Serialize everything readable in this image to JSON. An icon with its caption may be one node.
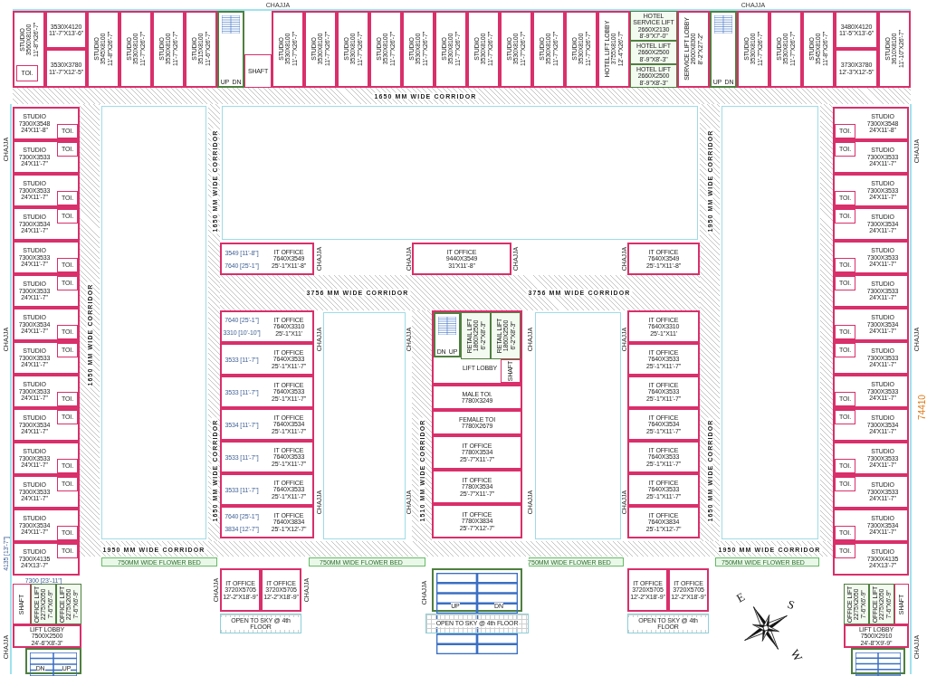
{
  "diagram": {
    "nodes": [
      {
        "text": [
          "STUDIO",
          "3560X8100",
          "11'-8\"X26'-7\""
        ]
      },
      {
        "text": [
          "3530X4120",
          "11'-7\"X13'-6\""
        ]
      },
      {
        "text": [
          "3530X3780",
          "11'-7\"X12'-5\""
        ]
      },
      {
        "text": [
          "TOI."
        ],
        "in": 0
      },
      {
        "text": [
          "STUDIO",
          "3545X8100",
          "11'-8\"X26'-7\""
        ]
      },
      {
        "text": [
          "STUDIO",
          "3530X8100",
          "11'-7\"X26'-7\""
        ]
      },
      {
        "text": [
          "STUDIO",
          "3530X8100",
          "11'-7\"X26'-7\""
        ]
      },
      {
        "text": [
          "STUDIO",
          "3515X8100",
          "11'-6\"X26'-7\""
        ]
      },
      {
        "text": [
          "UP",
          "DN"
        ]
      },
      {
        "text": [
          "SHAFT"
        ]
      },
      {
        "text": [
          "STUDIO",
          "3530X8100",
          "11'-7\"X26'-7\""
        ]
      },
      {
        "text": [
          "STUDIO",
          "3530X8100",
          "11'-7\"X26'-7\""
        ]
      },
      {
        "text": [
          "STUDIO",
          "3530X8100",
          "11'-7\"X26'-7\""
        ]
      },
      {
        "text": [
          "STUDIO",
          "3530X8100",
          "11'-7\"X26'-7\""
        ]
      },
      {
        "text": [
          "STUDIO",
          "3530X8100",
          "11'-7\"X26'-7\""
        ]
      },
      {
        "text": [
          "STUDIO",
          "3530X8100",
          "11'-7\"X26'-7\""
        ]
      },
      {
        "text": [
          "STUDIO",
          "3530X8100",
          "11'-7\"X26'-7\""
        ]
      },
      {
        "text": [
          "STUDIO",
          "3530X8100",
          "11'-7\"X26'-7\""
        ]
      },
      {
        "text": [
          "STUDIO",
          "3530X8100",
          "11'-7\"X26'-7\""
        ]
      },
      {
        "text": [
          "STUDIO",
          "3530X8100",
          "11'-7\"X26'-7\""
        ]
      },
      {
        "text": [
          "HOTEL LIFT LOBBY",
          "3755X8100",
          "12'-4\"X26'-7\""
        ]
      },
      {
        "text": [
          "HOTEL SERVICE LIFT",
          "2660X2130",
          "8'-9\"X7'-0\""
        ]
      },
      {
        "text": [
          "HOTEL LIFT",
          "2660X2500",
          "8'-9\"X8'-3\""
        ]
      },
      {
        "text": [
          "HOTEL LIFT",
          "2660X2500",
          "8'-9\"X8'-3\""
        ]
      },
      {
        "text": [
          "SERVICE LIFT LOBBY",
          "2600X8300",
          "8'-2\"X27'-2\""
        ]
      },
      {
        "text": [
          "UP",
          "DN"
        ]
      },
      {
        "text": [
          "STUDIO",
          "3530X8100",
          "11'-7\"X26'-7\""
        ]
      },
      {
        "text": [
          "STUDIO",
          "3530X8100",
          "11'-7\"X26'-7\""
        ]
      },
      {
        "text": [
          "STUDIO",
          "3545X8100",
          "11'-8\"X26'-7\""
        ]
      },
      {
        "text": [
          "3480X4120",
          "11'-5\"X13'-6\""
        ]
      },
      {
        "text": [
          "3730X3780",
          "12'-3\"X12'-5\""
        ]
      },
      {
        "text": [
          "STUDIO",
          "3610X8100",
          "11'-10\"X26'-7\""
        ]
      },
      {
        "text": [
          "STUDIO",
          "7300X3548",
          "24'X11'-8\""
        ]
      },
      {
        "text": [
          "TOI."
        ],
        "in": 32
      },
      {
        "text": [
          "STUDIO",
          "7300X3533",
          "24'X11'-7\""
        ]
      },
      {
        "text": [
          "TOI."
        ],
        "in": 34
      },
      {
        "text": [
          "STUDIO",
          "7300X3533",
          "24'X11'-7\""
        ]
      },
      {
        "text": [
          "TOI."
        ],
        "in": 36
      },
      {
        "text": [
          "STUDIO",
          "7300X3534",
          "24'X11'-7\""
        ]
      },
      {
        "text": [
          "TOI."
        ],
        "in": 38
      },
      {
        "text": [
          "STUDIO",
          "7300X3533",
          "24'X11'-7\""
        ]
      },
      {
        "text": [
          "TOI."
        ],
        "in": 40
      },
      {
        "text": [
          "STUDIO",
          "7300X3533",
          "24'X11'-7\""
        ]
      },
      {
        "text": [
          "TOI."
        ],
        "in": 42
      },
      {
        "text": [
          "STUDIO",
          "7300X3534",
          "24'X11'-7\""
        ]
      },
      {
        "text": [
          "TOI."
        ],
        "in": 44
      },
      {
        "text": [
          "STUDIO",
          "7300X3533",
          "24'X11'-7\""
        ]
      },
      {
        "text": [
          "TOI."
        ],
        "in": 46
      },
      {
        "text": [
          "STUDIO",
          "7300X3533",
          "24'X11'-7\""
        ]
      },
      {
        "text": [
          "TOI."
        ],
        "in": 48
      },
      {
        "text": [
          "STUDIO",
          "7300X3534",
          "24'X11'-7\""
        ]
      },
      {
        "text": [
          "TOI."
        ],
        "in": 50
      },
      {
        "text": [
          "STUDIO",
          "7300X3533",
          "24'X11'-7\""
        ]
      },
      {
        "text": [
          "TOI."
        ],
        "in": 52
      },
      {
        "text": [
          "STUDIO",
          "7300X3533",
          "24'X11'-7\""
        ]
      },
      {
        "text": [
          "TOI."
        ],
        "in": 54
      },
      {
        "text": [
          "STUDIO",
          "7300X3534",
          "24'X11'-7\""
        ]
      },
      {
        "text": [
          "TOI."
        ],
        "in": 56
      },
      {
        "text": [
          "STUDIO",
          "7300X4135",
          "24'X13'-7\""
        ]
      },
      {
        "text": [
          "TOI."
        ],
        "in": 58
      },
      {
        "text": [
          "STUDIO",
          "7300X3548",
          "24'X11'-8\""
        ]
      },
      {
        "text": [
          "TOI."
        ],
        "in": 60
      },
      {
        "text": [
          "STUDIO",
          "7300X3533",
          "24'X11'-7\""
        ]
      },
      {
        "text": [
          "TOI."
        ],
        "in": 62
      },
      {
        "text": [
          "STUDIO",
          "7300X3533",
          "24'X11'-7\""
        ]
      },
      {
        "text": [
          "TOI."
        ],
        "in": 64
      },
      {
        "text": [
          "STUDIO",
          "7300X3534",
          "24'X11'-7\""
        ]
      },
      {
        "text": [
          "TOI."
        ],
        "in": 66
      },
      {
        "text": [
          "STUDIO",
          "7300X3533",
          "24'X11'-7\""
        ]
      },
      {
        "text": [
          "TOI."
        ],
        "in": 68
      },
      {
        "text": [
          "STUDIO",
          "7300X3533",
          "24'X11'-7\""
        ]
      },
      {
        "text": [
          "TOI."
        ],
        "in": 70
      },
      {
        "text": [
          "STUDIO",
          "7300X3534",
          "24'X11'-7\""
        ]
      },
      {
        "text": [
          "TOI."
        ],
        "in": 72
      },
      {
        "text": [
          "STUDIO",
          "7300X3533",
          "24'X11'-7\""
        ]
      },
      {
        "text": [
          "TOI."
        ],
        "in": 74
      },
      {
        "text": [
          "STUDIO",
          "7300X3533",
          "24'X11'-7\""
        ]
      },
      {
        "text": [
          "TOI."
        ],
        "in": 76
      },
      {
        "text": [
          "STUDIO",
          "7300X3534",
          "24'X11'-7\""
        ]
      },
      {
        "text": [
          "TOI."
        ],
        "in": 78
      },
      {
        "text": [
          "STUDIO",
          "7300X3533",
          "24'X11'-7\""
        ]
      },
      {
        "text": [
          "TOI."
        ],
        "in": 80
      },
      {
        "text": [
          "STUDIO",
          "7300X3533",
          "24'X11'-7\""
        ]
      },
      {
        "text": [
          "TOI."
        ],
        "in": 82
      },
      {
        "text": [
          "STUDIO",
          "7300X3534",
          "24'X11'-7\""
        ]
      },
      {
        "text": [
          "TOI."
        ],
        "in": 84
      },
      {
        "text": [
          "STUDIO",
          "7300X4135",
          "24'X13'-7\""
        ]
      },
      {
        "text": [
          "TOI."
        ],
        "in": 86
      },
      {
        "text": [
          "IT OFFICE",
          "7640X3549",
          "25'-1\"X11'-8\""
        ]
      },
      {
        "text": [
          "IT OFFICE",
          "9440X3549",
          "31'X11'-8\""
        ]
      },
      {
        "text": [
          "IT OFFICE",
          "7640X3549",
          "25'-1\"X11'-8\""
        ]
      },
      {
        "text": [
          "IT OFFICE",
          "7640X3310",
          "25'-1\"X11'"
        ]
      },
      {
        "text": [
          "IT OFFICE",
          "7640X3533",
          "25'-1\"X11'-7\""
        ]
      },
      {
        "text": [
          "IT OFFICE",
          "7640X3533",
          "25'-1\"X11'-7\""
        ]
      },
      {
        "text": [
          "IT OFFICE",
          "7640X3534",
          "25'-1\"X11'-7\""
        ]
      },
      {
        "text": [
          "IT OFFICE",
          "7640X3533",
          "25'-1\"X11'-7\""
        ]
      },
      {
        "text": [
          "IT OFFICE",
          "7640X3533",
          "25'-1\"X11'-7\""
        ]
      },
      {
        "text": [
          "IT OFFICE",
          "7640X3834",
          "25'-1\"X12'-7\""
        ]
      },
      {
        "text": [
          "LIFT LOBBY"
        ]
      },
      {
        "text": [
          "RETAIL LIFT",
          "1860X2500",
          "6'-2\"X8'-3\""
        ],
        "in": 98
      },
      {
        "text": [
          "RETAIL LIFT",
          "1860X2500",
          "6'-2\"X8'-3\""
        ],
        "in": 98
      },
      {
        "text": [
          "DN",
          "UP"
        ],
        "in": 98
      },
      {
        "text": [
          "SHAFT"
        ],
        "in": 98
      },
      {
        "text": [
          "MALE TOI.",
          "7780X3249"
        ]
      },
      {
        "text": [
          "FEMALE TOI",
          "7780X2679"
        ]
      },
      {
        "text": [
          "IT OFFICE",
          "7780X3534",
          "25'-7\"X11'-7\""
        ]
      },
      {
        "text": [
          "IT OFFICE",
          "7780X3534",
          "25'-7\"X11'-7\""
        ]
      },
      {
        "text": [
          "IT OFFICE",
          "7780X3834",
          "25'-7\"X12'-7\""
        ]
      },
      {
        "text": [
          "IT OFFICE",
          "7640X3310",
          "25'-1\"X11'"
        ]
      },
      {
        "text": [
          "IT OFFICE",
          "7640X3533",
          "25'-1\"X11'-7\""
        ]
      },
      {
        "text": [
          "IT OFFICE",
          "7640X3533",
          "25'-1\"X11'-7\""
        ]
      },
      {
        "text": [
          "IT OFFICE",
          "7640X3534",
          "25'-1\"X11'-7\""
        ]
      },
      {
        "text": [
          "IT OFFICE",
          "7640X3533",
          "25'-1\"X11'-7\""
        ]
      },
      {
        "text": [
          "IT OFFICE",
          "7640X3533",
          "25'-1\"X11'-7\""
        ]
      },
      {
        "text": [
          "IT OFFICE",
          "7640X3834",
          "25'-1\"X12'-7\""
        ]
      },
      {
        "text": [
          "SHAFT"
        ]
      },
      {
        "text": [
          "OFFICE LIFT",
          "2275X2050",
          "7'-6\"X6'-9\""
        ]
      },
      {
        "text": [
          "OFFICE LIFT",
          "2275X2050",
          "7'-6\"X6'-9\""
        ]
      },
      {
        "text": [
          "LIFT LOBBY",
          "7500X2500",
          "24'-6\"X8'-3\""
        ]
      },
      {
        "text": [
          "DN",
          "UP"
        ]
      },
      {
        "text": [
          "IT OFFICE",
          "3720X5705",
          "12'-2\"X18'-9\""
        ]
      },
      {
        "text": [
          "IT OFFICE",
          "3720X5705",
          "12'-2\"X18'-9\""
        ]
      },
      {
        "text": [
          "OPEN TO SKY @ 4th FLOOR"
        ]
      },
      {
        "text": [
          "UP",
          "DN"
        ]
      },
      {
        "text": [
          "OPEN TO SKY @ 4th FLOOR"
        ]
      },
      {
        "text": [
          "IT OFFICE",
          "3720X5705",
          "12'-2\"X18'-9\""
        ]
      },
      {
        "text": [
          "IT OFFICE",
          "3720X5705",
          "12'-2\"X18'-9\""
        ]
      },
      {
        "text": [
          "OPEN TO SKY @ 4th FLOOR"
        ]
      },
      {
        "text": [
          "OFFICE LIFT",
          "2275X2050",
          "7'-6\"X6'-9\""
        ]
      },
      {
        "text": [
          "OFFICE LIFT",
          "2275X2050",
          "7'-6\"X6'-9\""
        ]
      },
      {
        "text": [
          "SHAFT"
        ]
      },
      {
        "text": [
          "LIFT LOBBY",
          "7500X2910",
          "24'-8\"X9'-9\""
        ]
      },
      {
        "text": [],
        "shape": "box"
      }
    ],
    "labels": [
      "CHAJJA",
      "CHAJJA",
      "1650 MM WIDE CORRIDOR",
      "CHAJJA",
      "CHAJJA",
      "1650 MM WIDE CORRIDOR",
      "1950 MM WIDE CORRIDOR",
      "3549 [11'-8\"]",
      "CHAJJA",
      "CHAJJA",
      "CHAJJA",
      "CHAJJA",
      "7640 [25'-1\"]",
      "3756 MM WIDE CORRIDOR",
      "3756 MM WIDE CORRIDOR",
      "7640 [25'-1\"]",
      "3310 [10'-10\"]",
      "1650 MM WIDE CORRIDOR",
      "CHAJJA",
      "CHAJJA",
      "CHAJJA",
      "CHAJJA",
      "CHAJJA",
      "CHAJJA",
      "3533 [11'-7\"]",
      "3533 [11'-7\"]",
      "74410",
      "3534 [11'-7\"]",
      "3533 [11'-7\"]",
      "1650 MM WIDE CORRIDOR",
      "1510 MM WIDE CORRIDOR",
      "1650 MM WIDE CORRIDOR",
      "3533 [11'-7\"]",
      "CHAJJA",
      "CHAJJA",
      "CHAJJA",
      "CHAJJA",
      "7640 [25'-1\"]",
      "3834 [12'-7\"]",
      "1950 MM WIDE CORRIDOR",
      "1950 MM WIDE CORRIDOR",
      "4135 [13'-7\"]",
      "750MM WIDE FLOWER BED",
      "750MM WIDE FLOWER BED",
      "750MM WIDE FLOWER BED",
      "750MM WIDE FLOWER BED",
      "7300 [23'-11\"]",
      "CHAJJA",
      "CHAJJA",
      "CHAJJA",
      "E",
      "S",
      "CHAJJA",
      "CHAJJA",
      "W"
    ]
  }
}
